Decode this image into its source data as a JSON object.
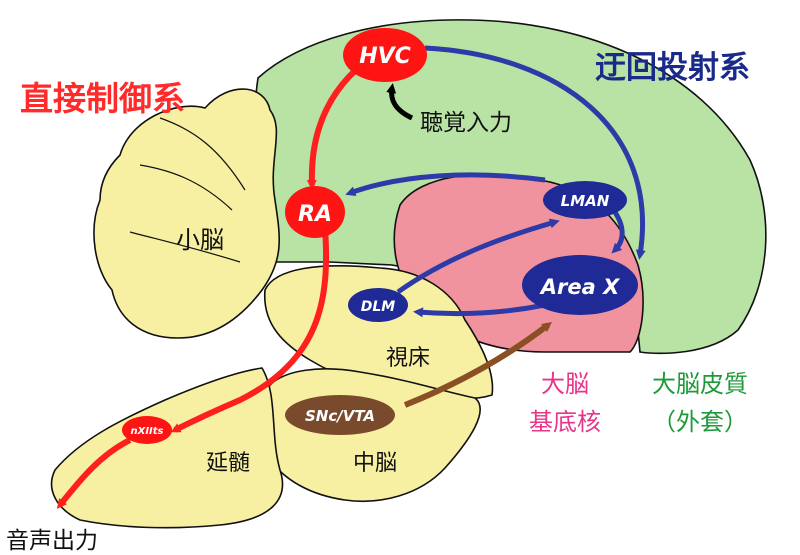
{
  "pathways": {
    "direct_control": "直接制御系",
    "indirect_projection": "迂回投射系"
  },
  "regions": {
    "cerebellum": "小脳",
    "thalamus": "視床",
    "medulla": "延髄",
    "midbrain": "中脳"
  },
  "legend": {
    "basal_ganglia_line1": "大脳",
    "basal_ganglia_line2": "基底核",
    "cortex_line1": "大脳皮質",
    "cortex_line2": "（外套）"
  },
  "io": {
    "auditory_input": "聴覚入力",
    "vocal_output": "音声出力"
  },
  "nodes": {
    "hvc": "HVC",
    "ra": "RA",
    "lman": "LMAN",
    "areax": "Area X",
    "dlm": "DLM",
    "sncvta": "SNc/VTA",
    "nxiits": "nXIIts"
  },
  "colors": {
    "cortex": "#b8e3a4",
    "basal_ganglia": "#f0939f",
    "brainstem": "#f7f0a2",
    "direct_path": "#ff1f1f",
    "indirect_path": "#2d3aa8",
    "dopamine_path": "#8a4f22",
    "node_blue": "#1f2a96",
    "node_red": "#ff1414",
    "node_brown": "#7a4a2c",
    "title_red": "#ff2a2a",
    "title_blue": "#1a2a8a",
    "label_pink": "#e8358a",
    "label_green": "#1f9a3a"
  }
}
